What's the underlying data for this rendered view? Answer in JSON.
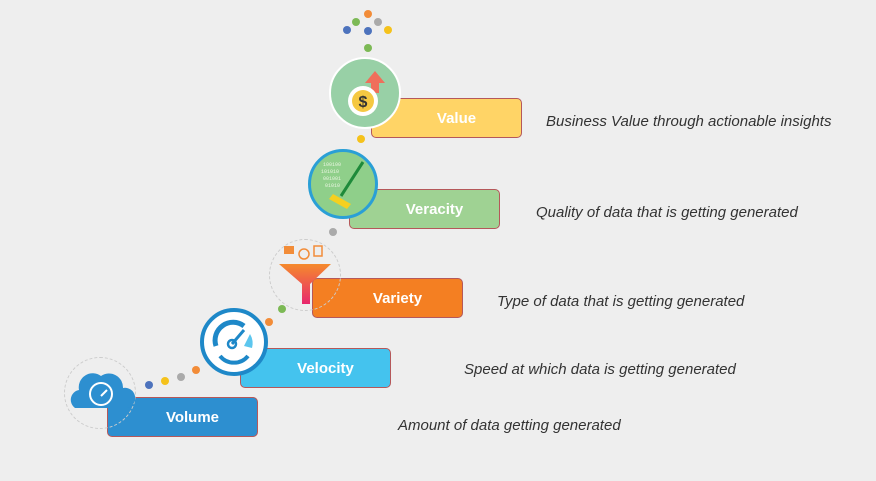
{
  "stages": [
    {
      "label": "Value",
      "description": "Business Value through actionable insights",
      "color": "#ffd466",
      "icon": "dollar-growth-icon"
    },
    {
      "label": "Veracity",
      "description": "Quality of data that is getting generated",
      "color": "#9fd293",
      "icon": "data-cleaning-broom-icon"
    },
    {
      "label": "Variety",
      "description": "Type of data that is getting generated",
      "color": "#f47f22",
      "icon": "media-funnel-icon"
    },
    {
      "label": "Velocity",
      "description": "Speed at which data is getting generated",
      "color": "#44c3ee",
      "icon": "speedometer-icon"
    },
    {
      "label": "Volume",
      "description": "Amount of data getting generated",
      "color": "#2d8fd0",
      "icon": "cloud-gauge-icon"
    }
  ],
  "dot_colors": {
    "orange": "#f28c38",
    "green": "#7cb955",
    "gray": "#aaaaaa",
    "blue": "#4d73bd",
    "yellow": "#f5c21b"
  }
}
